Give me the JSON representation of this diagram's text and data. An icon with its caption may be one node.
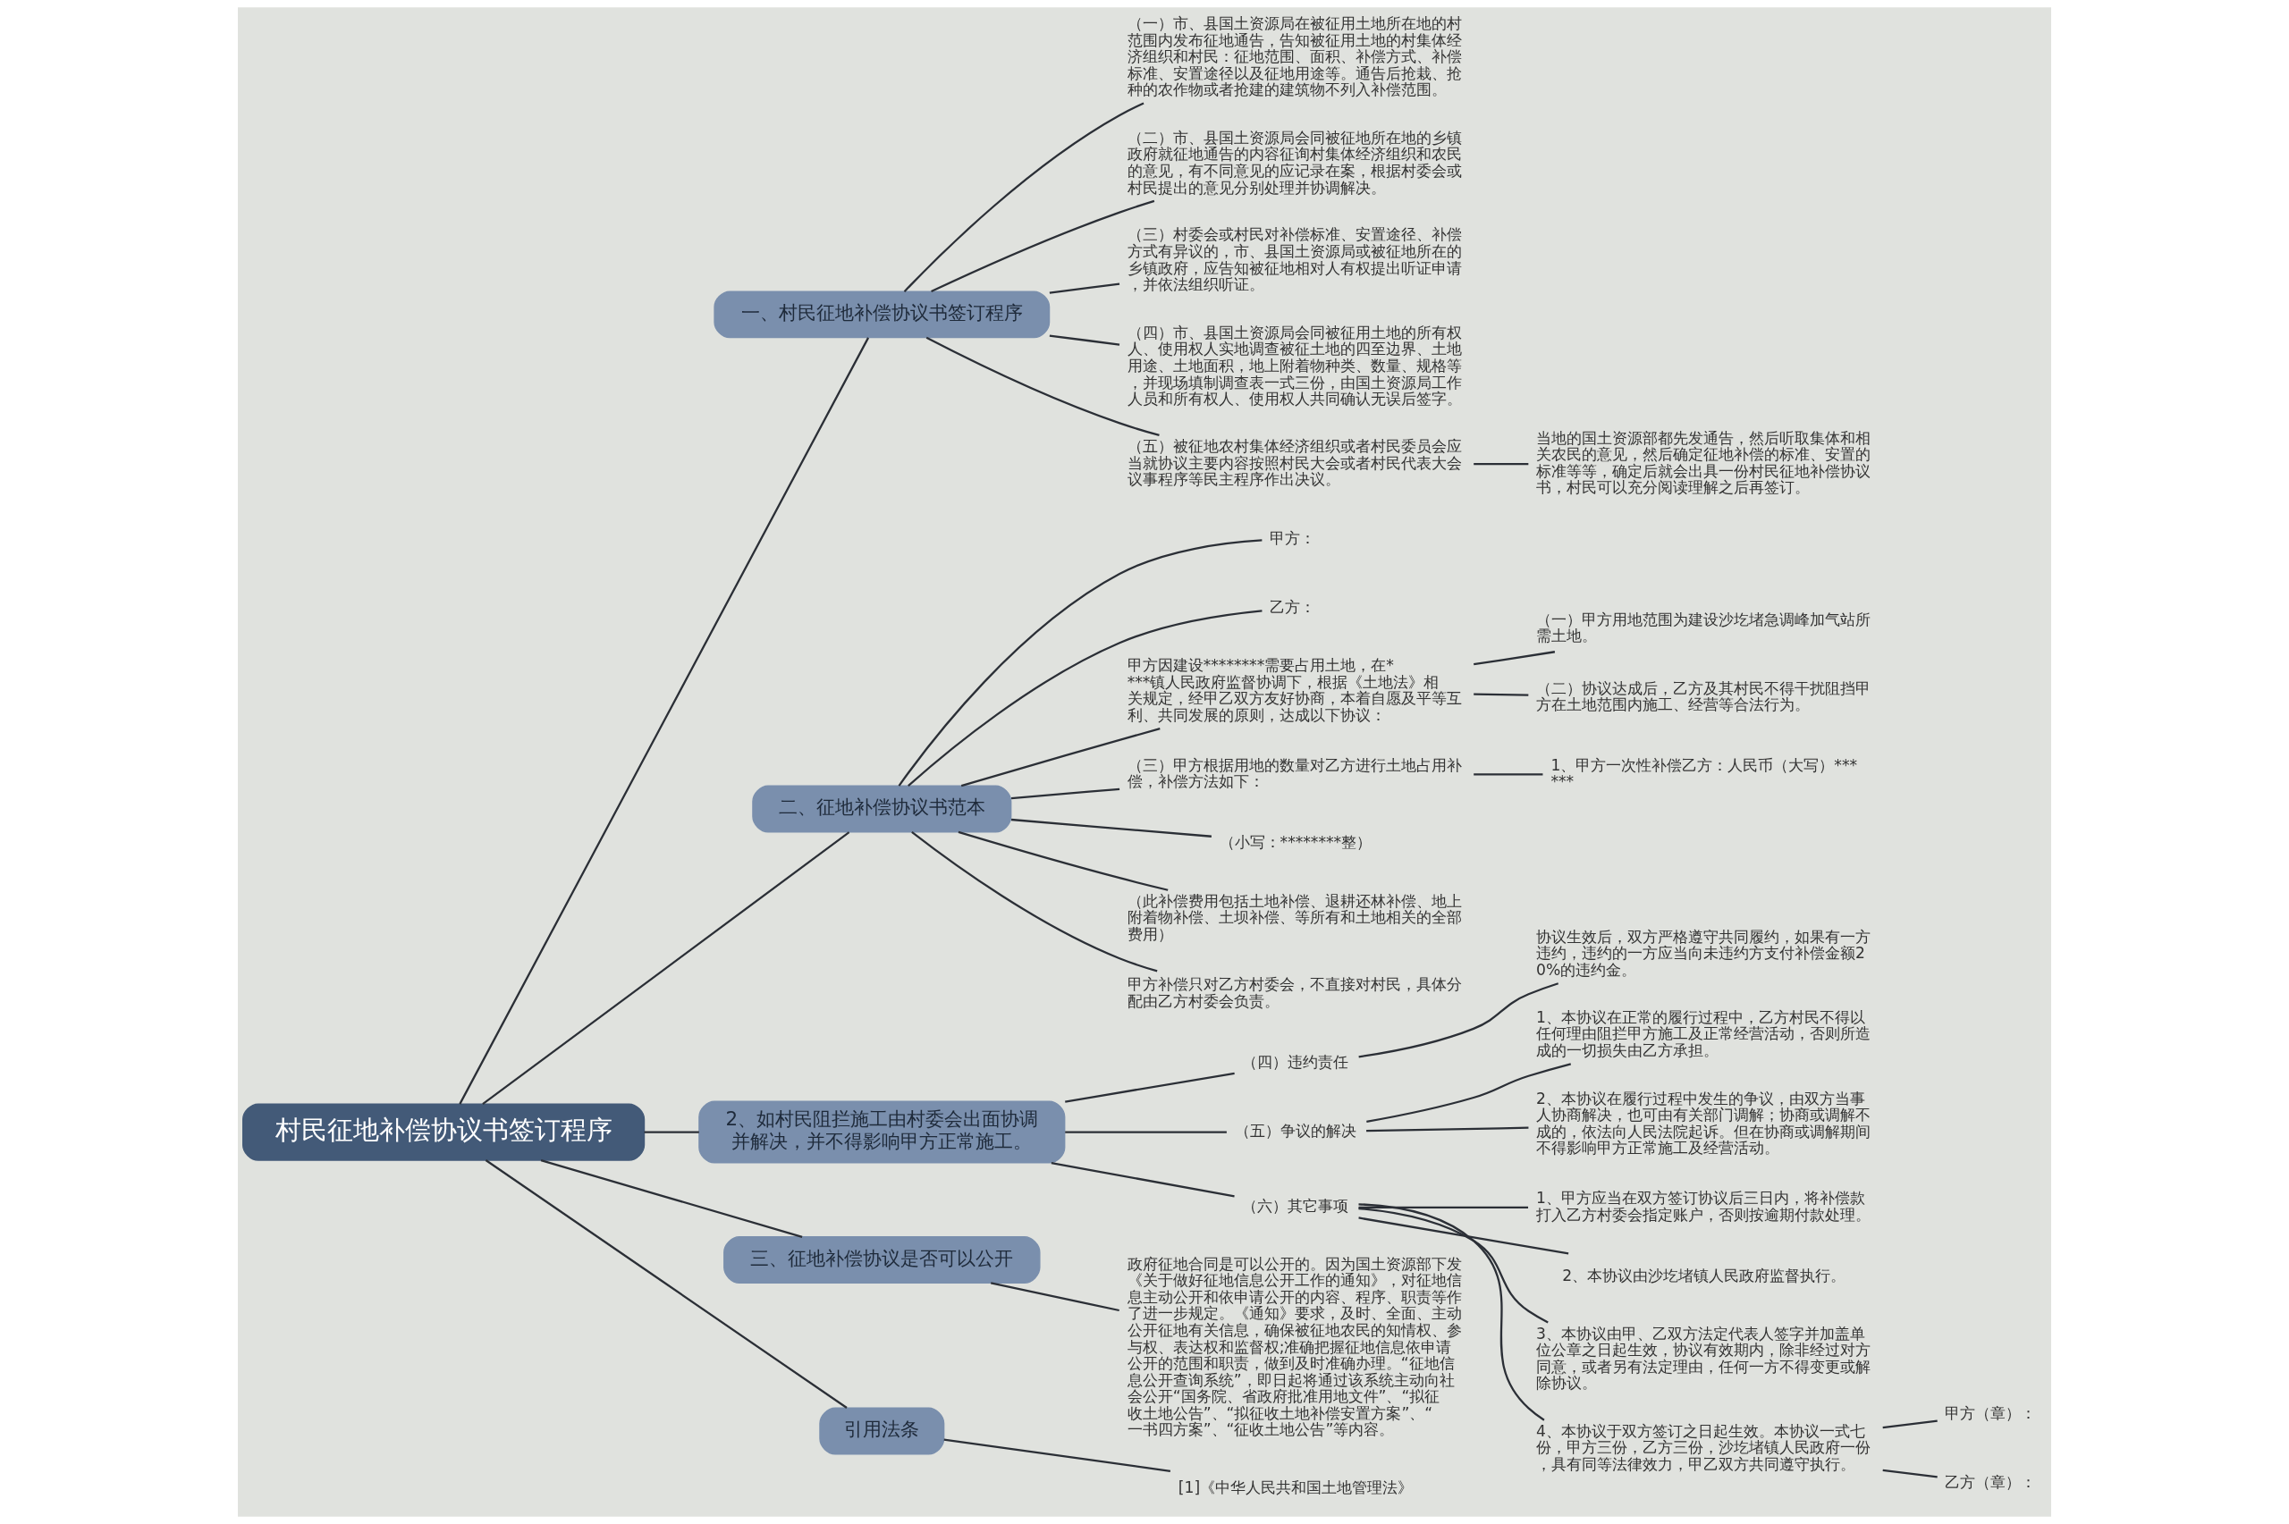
{
  "diagram": {
    "nodes": [
      {
        "text": [
          "村民征地补偿协议书签订程序"
        ]
      },
      {
        "text": [
          "一、村民征地补偿协议书签订程序"
        ]
      },
      {
        "text": [
          "（一）市、县国土资源局在被征用土地所在地的村范围内发布征地通告，告知被征用土地的村集体经济组织和村民：征地范围、面积、补偿方式、补偿标准、安置途径以及征地用途等。通告后抢栽、抢种的农作物或者抢建的建筑物不列入补偿范围。"
        ]
      },
      {
        "text": [
          "（二）市、县国土资源局会同被征地所在地的乡镇政府就征地通告的内容征询村集体经济组织和农民的意见，有不同意见的应记录在案，根据村委会或村民提出的意见分别处理并协调解决。"
        ]
      },
      {
        "text": [
          "（三）村委会或村民对补偿标准、安置途径、补偿方式有异议的，市、县国土资源局或被征地所在的乡镇政府，应告知被征地相对人有权提出听证申请，并依法组织听证。"
        ]
      },
      {
        "text": [
          "（四）市、县国土资源局会同被征用土地的所有权人、使用权人实地调查被征土地的四至边界、土地用途、土地面积，地上附着物种类、数量、规格等，并现场填制调查表一式三份，由国土资源局工作人员和所有权人、使用权人共同确认无误后签字。"
        ]
      },
      {
        "text": [
          "（五）被征地农村集体经济组织或者村民委员会应当就协议主要内容按照村民大会或者村民代表大会议事程序等民主程序作出决议。"
        ]
      },
      {
        "text": [
          "当地的国土资源部都先发通告，然后听取集体和相关农民的意见，然后确定征地补偿的标准、安置的标准等等，确定后就会出具一份村民征地补偿协议书，村民可以充分阅读理解之后再签订。"
        ]
      },
      {
        "text": [
          "二、征地补偿协议书范本"
        ]
      },
      {
        "text": [
          "甲方："
        ]
      },
      {
        "text": [
          "乙方："
        ]
      },
      {
        "text": [
          "甲方因建设********需要占用土地，在****镇人民政府监督协调下，根据《土地法》相关规定，经甲乙双方友好协商，本着自愿及平等互利、共同发展的原则，达成以下协议："
        ]
      },
      {
        "text": [
          "（一）甲方用地范围为建设沙圪堵急调峰加气站所需土地。"
        ]
      },
      {
        "text": [
          "（二）协议达成后，乙方及其村民不得干扰阻挡甲方在土地范围内施工、经营等合法行为。"
        ]
      },
      {
        "text": [
          "（三）甲方根据用地的数量对乙方进行土地占用补偿，补偿方法如下："
        ]
      },
      {
        "text": [
          "1、甲方一次性补偿乙方：人民币（大写）******"
        ]
      },
      {
        "text": [
          "（小写：********整）"
        ]
      },
      {
        "text": [
          "（此补偿费用包括土地补偿、退耕还林补偿、地上附着物补偿、土坝补偿、等所有和土地相关的全部费用）"
        ]
      },
      {
        "text": [
          "甲方补偿只对乙方村委会，不直接对村民，具体分配由乙方村委会负责。"
        ]
      },
      {
        "text": [
          "2、如村民阻拦施工由村委会出面协调并解决，并不得影响甲方正常施工。"
        ]
      },
      {
        "text": [
          "（四）违约责任"
        ]
      },
      {
        "text": [
          "协议生效后，双方严格遵守共同履约，如果有一方违约，违约的一方应当向未违约方支付补偿金额20%的违约金。"
        ]
      },
      {
        "text": [
          "（五）争议的解决"
        ]
      },
      {
        "text": [
          "1、本协议在正常的履行过程中，乙方村民不得以任何理由阻拦甲方施工及正常经营活动，否则所造成的一切损失由乙方承担。"
        ]
      },
      {
        "text": [
          "2、本协议在履行过程中发生的争议，由双方当事人协商解决，也可由有关部门调解；协商或调解不成的，依法向人民法院起诉。但在协商或调解期间不得影响甲方正常施工及经营活动。"
        ]
      },
      {
        "text": [
          "（六）其它事项"
        ]
      },
      {
        "text": [
          "1、甲方应当在双方签订协议后三日内，将补偿款打入乙方村委会指定账户，否则按逾期付款处理。"
        ]
      },
      {
        "text": [
          "2、本协议由沙圪堵镇人民政府监督执行。"
        ]
      },
      {
        "text": [
          "3、本协议由甲、乙双方法定代表人签字并加盖单位公章之日起生效，协议有效期内，除非经过对方同意，或者另有法定理由，任何一方不得变更或解除协议。"
        ]
      },
      {
        "text": [
          "4、本协议于双方签订之日起生效。本协议一式七份，甲方三份，乙方三份，沙圪堵镇人民政府一份，具有同等法律效力，甲乙双方共同遵守执行。"
        ]
      },
      {
        "text": [
          "甲方（章）："
        ]
      },
      {
        "text": [
          "乙方（章）："
        ]
      },
      {
        "text": [
          "三、征地补偿协议是否可以公开"
        ]
      },
      {
        "text": [
          "政府征地合同是可以公开的。因为国土资源部下发《关于做好征地信息公开工作的通知》，对征地信息主动公开和依申请公开的内容、程序、职责等作了进一步规定。《通知》要求，及时、全面、主动公开征地有关信息，确保被征地农民的知情权、参与权、表达权和监督权;准确把握征地信息依申请公开的范围和职责，做到及时准确办理。“征地信息公开查询系统”，即日起将通过该系统主动向社会公开“国务院、省政府批准用地文件”、“拟征收土地公告”、“拟征收土地补偿安置方案”、“一书四方案”、“征收土地公告”等内容。"
        ]
      },
      {
        "text": [
          "引用法条"
        ]
      },
      {
        "text": [
          "[1]《中华人民共和国土地管理法》"
        ]
      }
    ],
    "edges": [
      {
        "from": 0,
        "to": 1,
        "arrow": "none"
      },
      {
        "from": 1,
        "to": 2,
        "arrow": "none"
      },
      {
        "from": 1,
        "to": 3,
        "arrow": "none"
      },
      {
        "from": 1,
        "to": 4,
        "arrow": "none"
      },
      {
        "from": 1,
        "to": 5,
        "arrow": "none"
      },
      {
        "from": 1,
        "to": 6,
        "arrow": "none"
      },
      {
        "from": 6,
        "to": 7,
        "arrow": "none"
      },
      {
        "from": 0,
        "to": 8,
        "arrow": "none"
      },
      {
        "from": 8,
        "to": 9,
        "arrow": "none"
      },
      {
        "from": 8,
        "to": 10,
        "arrow": "none"
      },
      {
        "from": 8,
        "to": 11,
        "arrow": "none"
      },
      {
        "from": 11,
        "to": 12,
        "arrow": "none"
      },
      {
        "from": 11,
        "to": 13,
        "arrow": "none"
      },
      {
        "from": 8,
        "to": 14,
        "arrow": "none"
      },
      {
        "from": 14,
        "to": 15,
        "arrow": "none"
      },
      {
        "from": 8,
        "to": 16,
        "arrow": "none"
      },
      {
        "from": 8,
        "to": 17,
        "arrow": "none"
      },
      {
        "from": 8,
        "to": 18,
        "arrow": "none"
      },
      {
        "from": 0,
        "to": 19,
        "arrow": "none"
      },
      {
        "from": 19,
        "to": 20,
        "arrow": "none"
      },
      {
        "from": 20,
        "to": 21,
        "arrow": "none"
      },
      {
        "from": 19,
        "to": 22,
        "arrow": "none"
      },
      {
        "from": 22,
        "to": 23,
        "arrow": "none"
      },
      {
        "from": 22,
        "to": 24,
        "arrow": "none"
      },
      {
        "from": 19,
        "to": 25,
        "arrow": "none"
      },
      {
        "from": 25,
        "to": 26,
        "arrow": "none"
      },
      {
        "from": 25,
        "to": 27,
        "arrow": "none"
      },
      {
        "from": 25,
        "to": 28,
        "arrow": "none"
      },
      {
        "from": 25,
        "to": 29,
        "arrow": "none"
      },
      {
        "from": 29,
        "to": 30,
        "arrow": "none"
      },
      {
        "from": 29,
        "to": 31,
        "arrow": "none"
      },
      {
        "from": 0,
        "to": 32,
        "arrow": "none"
      },
      {
        "from": 32,
        "to": 33,
        "arrow": "none"
      },
      {
        "from": 0,
        "to": 34,
        "arrow": "none"
      },
      {
        "from": 34,
        "to": 35,
        "arrow": "none"
      }
    ]
  }
}
